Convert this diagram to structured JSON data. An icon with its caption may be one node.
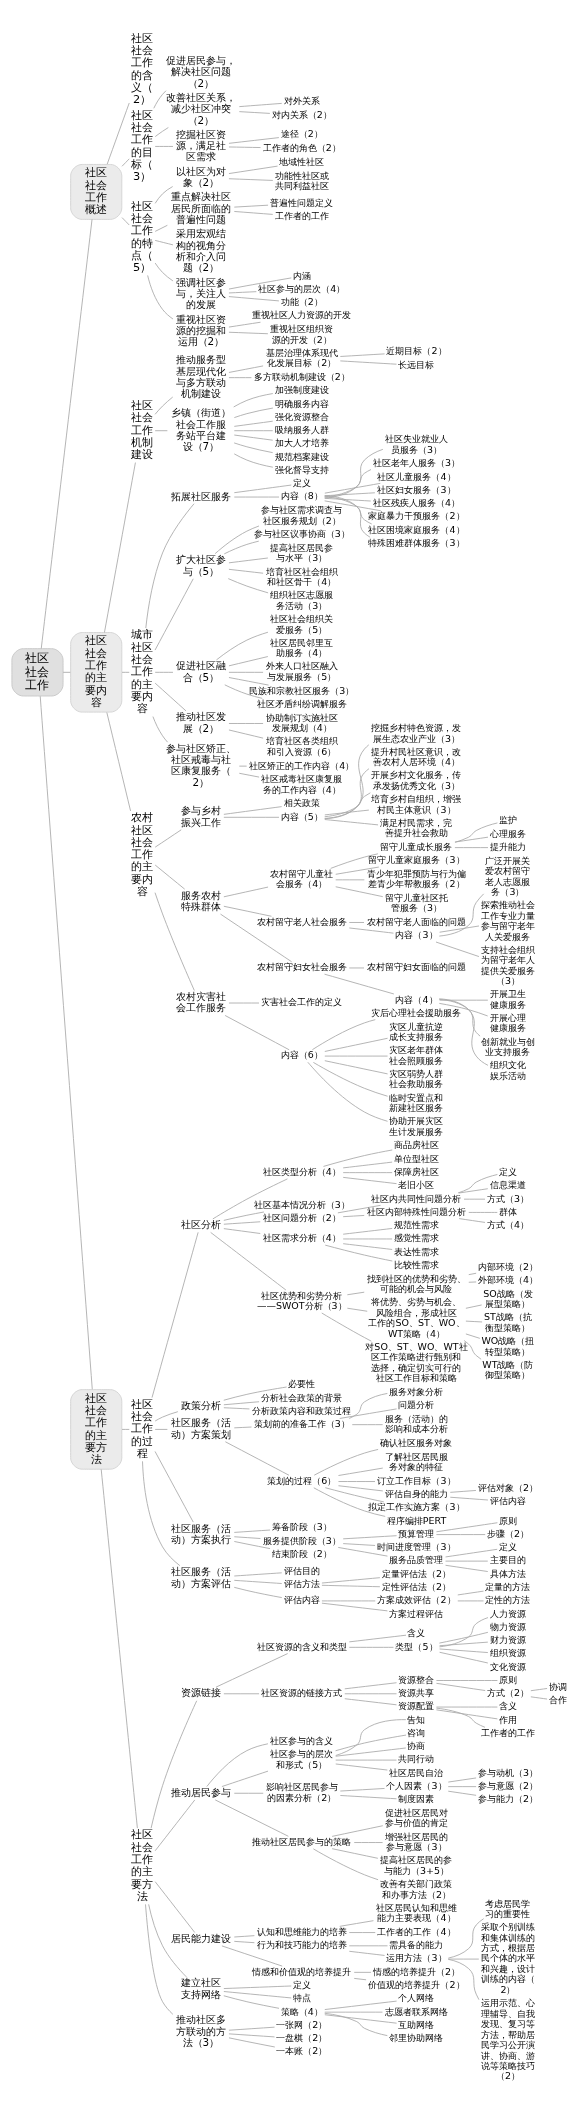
{
  "diagram": {
    "nodes": [
      {
        "text": [
          "社区社会工作"
        ]
      },
      {
        "text": [
          "社区社会工作概述"
        ]
      },
      {
        "text": [
          "社区社会工作的含义（2）"
        ]
      },
      {
        "text": [
          "社区社会工作的目标（3）"
        ]
      },
      {
        "text": [
          "促进居民参与，解决社区问题（2）"
        ]
      },
      {
        "text": [
          "改善社区关系，减少社区冲突（2）"
        ]
      },
      {
        "text": [
          "对外关系"
        ]
      },
      {
        "text": [
          "对内关系（2）"
        ]
      },
      {
        "text": [
          "挖掘社区资源，满足社区需求"
        ]
      },
      {
        "text": [
          "途径（2）"
        ]
      },
      {
        "text": [
          "工作者的角色（2）"
        ]
      },
      {
        "text": [
          "社区社会工作的特点（5）"
        ]
      },
      {
        "text": [
          "以社区为对象（2）"
        ]
      },
      {
        "text": [
          "地域性社区"
        ]
      },
      {
        "text": [
          "功能性社区或共同利益社区"
        ]
      },
      {
        "text": [
          "重点解决社区居民所面临的普遍性问题"
        ]
      },
      {
        "text": [
          "普遍性问题定义"
        ]
      },
      {
        "text": [
          "工作者的工作"
        ]
      },
      {
        "text": [
          "采用宏观结构的视角分析和介入问题（2）"
        ]
      },
      {
        "text": [
          "强调社区参与，关注人的发展"
        ]
      },
      {
        "text": [
          "内涵"
        ]
      },
      {
        "text": [
          "社区参与的层次（4）"
        ]
      },
      {
        "text": [
          "功能（2）"
        ]
      },
      {
        "text": [
          "重视社区资源的挖掘和运用（2）"
        ]
      },
      {
        "text": [
          "重视社区人力资源的开发"
        ]
      },
      {
        "text": [
          "重视社区组织资源的开发（2）"
        ]
      },
      {
        "text": [
          "社区社会工作的主要内容"
        ]
      },
      {
        "text": [
          "社区社会工作机制建设"
        ]
      },
      {
        "text": [
          "推动服务型基层现代化与多方联动机制建设"
        ]
      },
      {
        "text": [
          "基层治理体系现代化发展目标（2）"
        ]
      },
      {
        "text": [
          "近期目标（2）"
        ]
      },
      {
        "text": [
          "长远目标"
        ]
      },
      {
        "text": [
          "多方联动机制建设（2）"
        ]
      },
      {
        "text": [
          "乡镇（街道）社会工作服务站平台建设（7）"
        ]
      },
      {
        "text": [
          "加强制度建设"
        ]
      },
      {
        "text": [
          "明确服务内容"
        ]
      },
      {
        "text": [
          "强化资源整合"
        ]
      },
      {
        "text": [
          "吸纳服务人群"
        ]
      },
      {
        "text": [
          "加大人才培养"
        ]
      },
      {
        "text": [
          "规范档案建设"
        ]
      },
      {
        "text": [
          "强化督导支持"
        ]
      },
      {
        "text": [
          "城市社区社会工作的主要内容"
        ]
      },
      {
        "text": [
          "拓展社区服务"
        ]
      },
      {
        "text": [
          "定义"
        ]
      },
      {
        "text": [
          "内容（8）"
        ]
      },
      {
        "text": [
          "社区失业就业人员服务（3）"
        ]
      },
      {
        "text": [
          "社区老年人服务（3）"
        ]
      },
      {
        "text": [
          "社区儿童服务（4）"
        ]
      },
      {
        "text": [
          "社区妇女服务（3）"
        ]
      },
      {
        "text": [
          "社区残疾人服务（4）"
        ]
      },
      {
        "text": [
          "家庭暴力干预服务（2）"
        ]
      },
      {
        "text": [
          "社区困境家庭服务（4）"
        ]
      },
      {
        "text": [
          "特殊困难群体服务（3）"
        ]
      },
      {
        "text": [
          "扩大社区参与（5）"
        ]
      },
      {
        "text": [
          "参与社区需求调查与社区服务规划（2）"
        ]
      },
      {
        "text": [
          "参与社区议事协商（3）"
        ]
      },
      {
        "text": [
          "提高社区居民参与水平（3）"
        ]
      },
      {
        "text": [
          "培育社区社会组织和社区骨干（4）"
        ]
      },
      {
        "text": [
          "组织社区志愿服务活动（3）"
        ]
      },
      {
        "text": [
          "促进社区融合（5）"
        ]
      },
      {
        "text": [
          "社区社会组织关爱服务（5）"
        ]
      },
      {
        "text": [
          "社区居民邻里互助服务（4）"
        ]
      },
      {
        "text": [
          "外来人口社区融入与发展服务（5）"
        ]
      },
      {
        "text": [
          "民族和宗教社区服务（3）"
        ]
      },
      {
        "text": [
          "社区矛盾纠纷调解服务"
        ]
      },
      {
        "text": [
          "推动社区发展（2）"
        ]
      },
      {
        "text": [
          "协助制订实施社区发展规划（4）"
        ]
      },
      {
        "text": [
          "培育社区各类组织和引入资源（6）"
        ]
      },
      {
        "text": [
          "参与社区矫正、社区戒毒与社区康复服务（2）"
        ]
      },
      {
        "text": [
          "社区矫正的工作内容（4）"
        ]
      },
      {
        "text": [
          "社区戒毒社区康复服务的工作内容（4）"
        ]
      },
      {
        "text": [
          "农村社区社会工作的主要内容"
        ]
      },
      {
        "text": [
          "参与乡村振兴工作"
        ]
      },
      {
        "text": [
          "相关政策"
        ]
      },
      {
        "text": [
          "内容（5）"
        ]
      },
      {
        "text": [
          "挖掘乡村特色资源，发展生态农业产业（3）"
        ]
      },
      {
        "text": [
          "提升村民社区意识，改善农村人居环境（4）"
        ]
      },
      {
        "text": [
          "开展乡村文化服务，传承发扬优秀文化（3）"
        ]
      },
      {
        "text": [
          "培育乡村自组织，增强村民主体意识（3）"
        ]
      },
      {
        "text": [
          "满足村民需求，完善提升社会救助"
        ]
      },
      {
        "text": [
          "服务农村特殊群体"
        ]
      },
      {
        "text": [
          "农村留守儿童社会服务（4）"
        ]
      },
      {
        "text": [
          "留守儿童成长服务"
        ]
      },
      {
        "text": [
          "监护"
        ]
      },
      {
        "text": [
          "心理服务"
        ]
      },
      {
        "text": [
          "提升能力"
        ]
      },
      {
        "text": [
          "留守儿童家庭服务（3）"
        ]
      },
      {
        "text": [
          "青少年犯罪预防与行为偏差青少年帮教服务（2）"
        ]
      },
      {
        "text": [
          "留守儿童社区托管服务（3）"
        ]
      },
      {
        "text": [
          "农村留守老人社会服务"
        ]
      },
      {
        "text": [
          "农村留守老人面临的问题"
        ]
      },
      {
        "text": [
          "内容（3）"
        ]
      },
      {
        "text": [
          "广泛开展关爱农村留守老人志愿服务（3）"
        ]
      },
      {
        "text": [
          "探索推动社会工作专业力量参与留守老年人关爱服务"
        ]
      },
      {
        "text": [
          "支持社会组织为留守老年人提供关爱服务（3）"
        ]
      },
      {
        "text": [
          "农村留守妇女社会服务"
        ]
      },
      {
        "text": [
          "农村留守妇女面临的问题"
        ]
      },
      {
        "text": [
          "内容（4）"
        ]
      },
      {
        "text": [
          "开展卫生健康服务"
        ]
      },
      {
        "text": [
          "开展心理健康服务"
        ]
      },
      {
        "text": [
          "创新就业与创业支持服务"
        ]
      },
      {
        "text": [
          "组织文化娱乐活动"
        ]
      },
      {
        "text": [
          "农村灾害社会工作服务"
        ]
      },
      {
        "text": [
          "灾害社会工作的定义"
        ]
      },
      {
        "text": [
          "内容（6）"
        ]
      },
      {
        "text": [
          "灾后心理社会援助服务"
        ]
      },
      {
        "text": [
          "灾区儿童抗逆成长支持服务"
        ]
      },
      {
        "text": [
          "灾区老年群体社会照顾服务"
        ]
      },
      {
        "text": [
          "灾区弱势人群社会救助服务"
        ]
      },
      {
        "text": [
          "临时安置点和新建社区服务"
        ]
      },
      {
        "text": [
          "协助开展灾区生计发展服务"
        ]
      },
      {
        "text": [
          "社区社会工作的主要方法"
        ]
      },
      {
        "text": [
          "社区社会工作的过程"
        ]
      },
      {
        "text": [
          "社区分析"
        ]
      },
      {
        "text": [
          "社区类型分析（4）"
        ]
      },
      {
        "text": [
          "商品房社区"
        ]
      },
      {
        "text": [
          "单位型社区"
        ]
      },
      {
        "text": [
          "保障房社区"
        ]
      },
      {
        "text": [
          "老旧小区"
        ]
      },
      {
        "text": [
          "社区基本情况分析（3）"
        ]
      },
      {
        "text": [
          "社区问题分析（2）"
        ]
      },
      {
        "text": [
          "社区内共同性问题分析"
        ]
      },
      {
        "text": [
          "定义"
        ]
      },
      {
        "text": [
          "信息渠道"
        ]
      },
      {
        "text": [
          "方式（3）"
        ]
      },
      {
        "text": [
          "社区内部特殊性问题分析"
        ]
      },
      {
        "text": [
          "群体"
        ]
      },
      {
        "text": [
          "方式（4）"
        ]
      },
      {
        "text": [
          "社区需求分析（4）"
        ]
      },
      {
        "text": [
          "规范性需求"
        ]
      },
      {
        "text": [
          "感觉性需求"
        ]
      },
      {
        "text": [
          "表达性需求"
        ]
      },
      {
        "text": [
          "比较性需求"
        ]
      },
      {
        "text": [
          "社区优势和劣势分析——SWOT分析（3）"
        ]
      },
      {
        "text": [
          "找到社区的优势和劣势、可能的机会与风险"
        ]
      },
      {
        "text": [
          "内部环境（2）"
        ]
      },
      {
        "text": [
          "外部环境（4）"
        ]
      },
      {
        "text": [
          "将优势、劣势与机会、风险组合，形成社区工作的SO、ST、WO、WT策略（4）"
        ]
      },
      {
        "text": [
          "SO战略（发展型策略）"
        ]
      },
      {
        "text": [
          "ST战略（抗衡型策略）"
        ]
      },
      {
        "text": [
          "WO战略（扭转型策略）"
        ]
      },
      {
        "text": [
          "WT战略（防御型策略）"
        ]
      },
      {
        "text": [
          "对SO、ST、WO、WT社区工作策略进行甄别和选择，确定切实可行的社区工作目标和策略"
        ]
      },
      {
        "text": [
          "政策分析"
        ]
      },
      {
        "text": [
          "必要性"
        ]
      },
      {
        "text": [
          "分析社会政策的背景"
        ]
      },
      {
        "text": [
          "分析政策内容和政策过程"
        ]
      },
      {
        "text": [
          "社区服务（活动）方案策划"
        ]
      },
      {
        "text": [
          "策划前的准备工作（3）"
        ]
      },
      {
        "text": [
          "服务对象分析"
        ]
      },
      {
        "text": [
          "问题分析"
        ]
      },
      {
        "text": [
          "服务（活动）的影响和成本分析"
        ]
      },
      {
        "text": [
          "策划的过程（6）"
        ]
      },
      {
        "text": [
          "确认社区服务对象"
        ]
      },
      {
        "text": [
          "了解社区居民服务对象的特征"
        ]
      },
      {
        "text": [
          "订立工作目标（3）"
        ]
      },
      {
        "text": [
          "评估自身的能力"
        ]
      },
      {
        "text": [
          "评估对象（2）"
        ]
      },
      {
        "text": [
          "评估内容"
        ]
      },
      {
        "text": [
          "拟定工作实施方案（3）"
        ]
      },
      {
        "text": [
          "程序编排PERT"
        ]
      },
      {
        "text": [
          "社区服务（活动）方案执行"
        ]
      },
      {
        "text": [
          "筹备阶段（3）"
        ]
      },
      {
        "text": [
          "服务提供阶段（3）"
        ]
      },
      {
        "text": [
          "预算管理"
        ]
      },
      {
        "text": [
          "原则"
        ]
      },
      {
        "text": [
          "步骤（2）"
        ]
      },
      {
        "text": [
          "时间进度管理（3）"
        ]
      },
      {
        "text": [
          "服务品质管理"
        ]
      },
      {
        "text": [
          "定义"
        ]
      },
      {
        "text": [
          "主要目的"
        ]
      },
      {
        "text": [
          "具体方法"
        ]
      },
      {
        "text": [
          "结束阶段（2）"
        ]
      },
      {
        "text": [
          "社区服务（活动）方案评估"
        ]
      },
      {
        "text": [
          "评估目的"
        ]
      },
      {
        "text": [
          "评估方法"
        ]
      },
      {
        "text": [
          "定量评估法（2）"
        ]
      },
      {
        "text": [
          "定性评估法（2）"
        ]
      },
      {
        "text": [
          "评估内容"
        ]
      },
      {
        "text": [
          "方案成效评估（2）"
        ]
      },
      {
        "text": [
          "定量的方法"
        ]
      },
      {
        "text": [
          "定性的方法"
        ]
      },
      {
        "text": [
          "方案过程评估"
        ]
      },
      {
        "text": [
          "社区社会工作的主要方法"
        ]
      },
      {
        "text": [
          "资源链接"
        ]
      },
      {
        "text": [
          "社区资源的含义和类型"
        ]
      },
      {
        "text": [
          "含义"
        ]
      },
      {
        "text": [
          "类型（5）"
        ]
      },
      {
        "text": [
          "人力资源"
        ]
      },
      {
        "text": [
          "物力资源"
        ]
      },
      {
        "text": [
          "财力资源"
        ]
      },
      {
        "text": [
          "组织资源"
        ]
      },
      {
        "text": [
          "文化资源"
        ]
      },
      {
        "text": [
          "社区资源的链接方式"
        ]
      },
      {
        "text": [
          "资源整合"
        ]
      },
      {
        "text": [
          "原则"
        ]
      },
      {
        "text": [
          "方式（2）"
        ]
      },
      {
        "text": [
          "协调"
        ]
      },
      {
        "text": [
          "合作"
        ]
      },
      {
        "text": [
          "资源共享"
        ]
      },
      {
        "text": [
          "资源配置"
        ]
      },
      {
        "text": [
          "含义"
        ]
      },
      {
        "text": [
          "作用"
        ]
      },
      {
        "text": [
          "工作者的工作"
        ]
      },
      {
        "text": [
          "推动居民参与"
        ]
      },
      {
        "text": [
          "社区参与的含义"
        ]
      },
      {
        "text": [
          "社区参与的层次和形式（5）"
        ]
      },
      {
        "text": [
          "告知"
        ]
      },
      {
        "text": [
          "咨询"
        ]
      },
      {
        "text": [
          "协商"
        ]
      },
      {
        "text": [
          "共同行动"
        ]
      },
      {
        "text": [
          "社区居民自治"
        ]
      },
      {
        "text": [
          "影响社区居民参与的因素分析（2）"
        ]
      },
      {
        "text": [
          "个人因素（3）"
        ]
      },
      {
        "text": [
          "参与动机（3）"
        ]
      },
      {
        "text": [
          "参与意愿（2）"
        ]
      },
      {
        "text": [
          "参与能力（2）"
        ]
      },
      {
        "text": [
          "制度因素"
        ]
      },
      {
        "text": [
          "推动社区居民参与的策略"
        ]
      },
      {
        "text": [
          "促进社区居民对参与价值的肯定"
        ]
      },
      {
        "text": [
          "增强社区居民的参与意愿（3）"
        ]
      },
      {
        "text": [
          "提高社区居民的参与能力（3+5）"
        ]
      },
      {
        "text": [
          "改善有关部门政策和办事方法（2）"
        ]
      },
      {
        "text": [
          "居民能力建设"
        ]
      },
      {
        "text": [
          "认知和思维能力的培养"
        ]
      },
      {
        "text": [
          "社区居民认知和思维能力主要表现（4）"
        ]
      },
      {
        "text": [
          "工作者的工作（4）"
        ]
      },
      {
        "text": [
          "行为和技巧能力的培养"
        ]
      },
      {
        "text": [
          "需具备的能力"
        ]
      },
      {
        "text": [
          "运用方法（3）"
        ]
      },
      {
        "text": [
          "考虑居民学习的重要性"
        ]
      },
      {
        "text": [
          "采取个别训练和集体训练的方式，根据居民个体的水平和兴趣，设计训练的内容（2）"
        ]
      },
      {
        "text": [
          "运用示范、心理辅导、自我发现、复习等方法，帮助居民学习公开演讲、协商、游说等策略技巧（2）"
        ]
      },
      {
        "text": [
          "情感和价值观的培养提升"
        ]
      },
      {
        "text": [
          "情感的培养提升（2）"
        ]
      },
      {
        "text": [
          "价值观的培养提升（2）"
        ]
      },
      {
        "text": [
          "建立社区支持网络"
        ]
      },
      {
        "text": [
          "定义"
        ]
      },
      {
        "text": [
          "特点"
        ]
      },
      {
        "text": [
          "策略（4）"
        ]
      },
      {
        "text": [
          "个人网络"
        ]
      },
      {
        "text": [
          "志愿者联系网络"
        ]
      },
      {
        "text": [
          "互助网络"
        ]
      },
      {
        "text": [
          "邻里协助网络"
        ]
      },
      {
        "text": [
          "推动社区多方联动的方法（3）"
        ]
      },
      {
        "text": [
          "一张网（2）"
        ]
      },
      {
        "text": [
          "一盘棋（2）"
        ]
      },
      {
        "text": [
          "一本账（2）"
        ]
      }
    ],
    "edges": [
      {
        "from": 0,
        "to": 1,
        "arrow": "none"
      },
      {
        "from": 1,
        "to": 2,
        "arrow": "none"
      },
      {
        "from": 1,
        "to": 3,
        "arrow": "none"
      },
      {
        "from": 3,
        "to": 4,
        "arrow": "none"
      },
      {
        "from": 3,
        "to": 5,
        "arrow": "none"
      },
      {
        "from": 5,
        "to": 6,
        "arrow": "none"
      },
      {
        "from": 5,
        "to": 7,
        "arrow": "none"
      },
      {
        "from": 3,
        "to": 8,
        "arrow": "none"
      },
      {
        "from": 8,
        "to": 9,
        "arrow": "none"
      },
      {
        "from": 8,
        "to": 10,
        "arrow": "none"
      },
      {
        "from": 1,
        "to": 11,
        "arrow": "none"
      },
      {
        "from": 11,
        "to": 12,
        "arrow": "none"
      },
      {
        "from": 12,
        "to": 13,
        "arrow": "none"
      },
      {
        "from": 12,
        "to": 14,
        "arrow": "none"
      },
      {
        "from": 11,
        "to": 15,
        "arrow": "none"
      },
      {
        "from": 15,
        "to": 16,
        "arrow": "none"
      },
      {
        "from": 15,
        "to": 17,
        "arrow": "none"
      },
      {
        "from": 11,
        "to": 18,
        "arrow": "none"
      },
      {
        "from": 11,
        "to": 19,
        "arrow": "none"
      },
      {
        "from": 19,
        "to": 20,
        "arrow": "none"
      },
      {
        "from": 19,
        "to": 21,
        "arrow": "none"
      },
      {
        "from": 19,
        "to": 22,
        "arrow": "none"
      },
      {
        "from": 11,
        "to": 23,
        "arrow": "none"
      },
      {
        "from": 23,
        "to": 24,
        "arrow": "none"
      },
      {
        "from": 23,
        "to": 25,
        "arrow": "none"
      },
      {
        "from": 0,
        "to": 26,
        "arrow": "none"
      },
      {
        "from": 26,
        "to": 27,
        "arrow": "none"
      },
      {
        "from": 27,
        "to": 28,
        "arrow": "none"
      },
      {
        "from": 28,
        "to": 29,
        "arrow": "none"
      },
      {
        "from": 29,
        "to": 30,
        "arrow": "none"
      },
      {
        "from": 29,
        "to": 31,
        "arrow": "none"
      },
      {
        "from": 28,
        "to": 32,
        "arrow": "none"
      },
      {
        "from": 27,
        "to": 33,
        "arrow": "none"
      },
      {
        "from": 33,
        "to": 34,
        "arrow": "none"
      },
      {
        "from": 33,
        "to": 35,
        "arrow": "none"
      },
      {
        "from": 33,
        "to": 36,
        "arrow": "none"
      },
      {
        "from": 33,
        "to": 37,
        "arrow": "none"
      },
      {
        "from": 33,
        "to": 38,
        "arrow": "none"
      },
      {
        "from": 33,
        "to": 39,
        "arrow": "none"
      },
      {
        "from": 33,
        "to": 40,
        "arrow": "none"
      },
      {
        "from": 26,
        "to": 41,
        "arrow": "none"
      },
      {
        "from": 41,
        "to": 42,
        "arrow": "none"
      },
      {
        "from": 42,
        "to": 43,
        "arrow": "none"
      },
      {
        "from": 42,
        "to": 44,
        "arrow": "none"
      },
      {
        "from": 44,
        "to": 45,
        "arrow": "none"
      },
      {
        "from": 44,
        "to": 46,
        "arrow": "none"
      },
      {
        "from": 44,
        "to": 47,
        "arrow": "none"
      },
      {
        "from": 44,
        "to": 48,
        "arrow": "none"
      },
      {
        "from": 44,
        "to": 49,
        "arrow": "none"
      },
      {
        "from": 44,
        "to": 50,
        "arrow": "none"
      },
      {
        "from": 44,
        "to": 51,
        "arrow": "none"
      },
      {
        "from": 44,
        "to": 52,
        "arrow": "none"
      },
      {
        "from": 41,
        "to": 53,
        "arrow": "none"
      },
      {
        "from": 53,
        "to": 54,
        "arrow": "none"
      },
      {
        "from": 53,
        "to": 55,
        "arrow": "none"
      },
      {
        "from": 53,
        "to": 56,
        "arrow": "none"
      },
      {
        "from": 53,
        "to": 57,
        "arrow": "none"
      },
      {
        "from": 53,
        "to": 58,
        "arrow": "none"
      },
      {
        "from": 41,
        "to": 59,
        "arrow": "none"
      },
      {
        "from": 59,
        "to": 60,
        "arrow": "none"
      },
      {
        "from": 59,
        "to": 61,
        "arrow": "none"
      },
      {
        "from": 59,
        "to": 62,
        "arrow": "none"
      },
      {
        "from": 59,
        "to": 63,
        "arrow": "none"
      },
      {
        "from": 59,
        "to": 64,
        "arrow": "none"
      },
      {
        "from": 41,
        "to": 65,
        "arrow": "none"
      },
      {
        "from": 65,
        "to": 66,
        "arrow": "none"
      },
      {
        "from": 65,
        "to": 67,
        "arrow": "none"
      },
      {
        "from": 41,
        "to": 68,
        "arrow": "none"
      },
      {
        "from": 68,
        "to": 69,
        "arrow": "none"
      },
      {
        "from": 68,
        "to": 70,
        "arrow": "none"
      },
      {
        "from": 26,
        "to": 71,
        "arrow": "none"
      },
      {
        "from": 71,
        "to": 72,
        "arrow": "none"
      },
      {
        "from": 72,
        "to": 73,
        "arrow": "none"
      },
      {
        "from": 72,
        "to": 74,
        "arrow": "none"
      },
      {
        "from": 74,
        "to": 75,
        "arrow": "none"
      },
      {
        "from": 74,
        "to": 76,
        "arrow": "none"
      },
      {
        "from": 74,
        "to": 77,
        "arrow": "none"
      },
      {
        "from": 74,
        "to": 78,
        "arrow": "none"
      },
      {
        "from": 74,
        "to": 79,
        "arrow": "none"
      },
      {
        "from": 71,
        "to": 80,
        "arrow": "none"
      },
      {
        "from": 80,
        "to": 81,
        "arrow": "none"
      },
      {
        "from": 81,
        "to": 82,
        "arrow": "none"
      },
      {
        "from": 82,
        "to": 83,
        "arrow": "none"
      },
      {
        "from": 82,
        "to": 84,
        "arrow": "none"
      },
      {
        "from": 82,
        "to": 85,
        "arrow": "none"
      },
      {
        "from": 81,
        "to": 86,
        "arrow": "none"
      },
      {
        "from": 81,
        "to": 87,
        "arrow": "none"
      },
      {
        "from": 81,
        "to": 88,
        "arrow": "none"
      },
      {
        "from": 80,
        "to": 89,
        "arrow": "none"
      },
      {
        "from": 89,
        "to": 90,
        "arrow": "none"
      },
      {
        "from": 89,
        "to": 91,
        "arrow": "none"
      },
      {
        "from": 91,
        "to": 92,
        "arrow": "none"
      },
      {
        "from": 91,
        "to": 93,
        "arrow": "none"
      },
      {
        "from": 91,
        "to": 94,
        "arrow": "none"
      },
      {
        "from": 80,
        "to": 95,
        "arrow": "none"
      },
      {
        "from": 95,
        "to": 96,
        "arrow": "none"
      },
      {
        "from": 95,
        "to": 97,
        "arrow": "none"
      },
      {
        "from": 97,
        "to": 98,
        "arrow": "none"
      },
      {
        "from": 97,
        "to": 99,
        "arrow": "none"
      },
      {
        "from": 97,
        "to": 100,
        "arrow": "none"
      },
      {
        "from": 97,
        "to": 101,
        "arrow": "none"
      },
      {
        "from": 71,
        "to": 102,
        "arrow": "none"
      },
      {
        "from": 102,
        "to": 103,
        "arrow": "none"
      },
      {
        "from": 102,
        "to": 104,
        "arrow": "none"
      },
      {
        "from": 104,
        "to": 105,
        "arrow": "none"
      },
      {
        "from": 104,
        "to": 106,
        "arrow": "none"
      },
      {
        "from": 104,
        "to": 107,
        "arrow": "none"
      },
      {
        "from": 104,
        "to": 108,
        "arrow": "none"
      },
      {
        "from": 104,
        "to": 109,
        "arrow": "none"
      },
      {
        "from": 104,
        "to": 110,
        "arrow": "none"
      },
      {
        "from": 0,
        "to": 111,
        "arrow": "none"
      },
      {
        "from": 111,
        "to": 112,
        "arrow": "none"
      },
      {
        "from": 112,
        "to": 113,
        "arrow": "none"
      },
      {
        "from": 113,
        "to": 114,
        "arrow": "none"
      },
      {
        "from": 114,
        "to": 115,
        "arrow": "none"
      },
      {
        "from": 114,
        "to": 116,
        "arrow": "none"
      },
      {
        "from": 114,
        "to": 117,
        "arrow": "none"
      },
      {
        "from": 114,
        "to": 118,
        "arrow": "none"
      },
      {
        "from": 113,
        "to": 119,
        "arrow": "none"
      },
      {
        "from": 113,
        "to": 120,
        "arrow": "none"
      },
      {
        "from": 120,
        "to": 121,
        "arrow": "none"
      },
      {
        "from": 121,
        "to": 122,
        "arrow": "none"
      },
      {
        "from": 121,
        "to": 123,
        "arrow": "none"
      },
      {
        "from": 121,
        "to": 124,
        "arrow": "none"
      },
      {
        "from": 120,
        "to": 125,
        "arrow": "none"
      },
      {
        "from": 125,
        "to": 126,
        "arrow": "none"
      },
      {
        "from": 125,
        "to": 127,
        "arrow": "none"
      },
      {
        "from": 113,
        "to": 128,
        "arrow": "none"
      },
      {
        "from": 128,
        "to": 129,
        "arrow": "none"
      },
      {
        "from": 128,
        "to": 130,
        "arrow": "none"
      },
      {
        "from": 128,
        "to": 131,
        "arrow": "none"
      },
      {
        "from": 128,
        "to": 132,
        "arrow": "none"
      },
      {
        "from": 113,
        "to": 133,
        "arrow": "none"
      },
      {
        "from": 133,
        "to": 134,
        "arrow": "none"
      },
      {
        "from": 134,
        "to": 135,
        "arrow": "none"
      },
      {
        "from": 134,
        "to": 136,
        "arrow": "none"
      },
      {
        "from": 133,
        "to": 137,
        "arrow": "none"
      },
      {
        "from": 137,
        "to": 138,
        "arrow": "none"
      },
      {
        "from": 137,
        "to": 139,
        "arrow": "none"
      },
      {
        "from": 137,
        "to": 140,
        "arrow": "none"
      },
      {
        "from": 137,
        "to": 141,
        "arrow": "none"
      },
      {
        "from": 133,
        "to": 142,
        "arrow": "none"
      },
      {
        "from": 112,
        "to": 143,
        "arrow": "none"
      },
      {
        "from": 143,
        "to": 144,
        "arrow": "none"
      },
      {
        "from": 143,
        "to": 145,
        "arrow": "none"
      },
      {
        "from": 143,
        "to": 146,
        "arrow": "none"
      },
      {
        "from": 112,
        "to": 147,
        "arrow": "none"
      },
      {
        "from": 147,
        "to": 148,
        "arrow": "none"
      },
      {
        "from": 148,
        "to": 149,
        "arrow": "none"
      },
      {
        "from": 148,
        "to": 150,
        "arrow": "none"
      },
      {
        "from": 148,
        "to": 151,
        "arrow": "none"
      },
      {
        "from": 147,
        "to": 152,
        "arrow": "none"
      },
      {
        "from": 152,
        "to": 153,
        "arrow": "none"
      },
      {
        "from": 152,
        "to": 154,
        "arrow": "none"
      },
      {
        "from": 152,
        "to": 155,
        "arrow": "none"
      },
      {
        "from": 152,
        "to": 156,
        "arrow": "none"
      },
      {
        "from": 156,
        "to": 157,
        "arrow": "none"
      },
      {
        "from": 156,
        "to": 158,
        "arrow": "none"
      },
      {
        "from": 152,
        "to": 159,
        "arrow": "none"
      },
      {
        "from": 152,
        "to": 160,
        "arrow": "none"
      },
      {
        "from": 112,
        "to": 161,
        "arrow": "none"
      },
      {
        "from": 161,
        "to": 162,
        "arrow": "none"
      },
      {
        "from": 161,
        "to": 163,
        "arrow": "none"
      },
      {
        "from": 163,
        "to": 164,
        "arrow": "none"
      },
      {
        "from": 164,
        "to": 165,
        "arrow": "none"
      },
      {
        "from": 164,
        "to": 166,
        "arrow": "none"
      },
      {
        "from": 163,
        "to": 167,
        "arrow": "none"
      },
      {
        "from": 163,
        "to": 168,
        "arrow": "none"
      },
      {
        "from": 168,
        "to": 169,
        "arrow": "none"
      },
      {
        "from": 168,
        "to": 170,
        "arrow": "none"
      },
      {
        "from": 168,
        "to": 171,
        "arrow": "none"
      },
      {
        "from": 161,
        "to": 172,
        "arrow": "none"
      },
      {
        "from": 112,
        "to": 173,
        "arrow": "none"
      },
      {
        "from": 173,
        "to": 174,
        "arrow": "none"
      },
      {
        "from": 173,
        "to": 175,
        "arrow": "none"
      },
      {
        "from": 175,
        "to": 176,
        "arrow": "none"
      },
      {
        "from": 175,
        "to": 177,
        "arrow": "none"
      },
      {
        "from": 173,
        "to": 178,
        "arrow": "none"
      },
      {
        "from": 178,
        "to": 179,
        "arrow": "none"
      },
      {
        "from": 179,
        "to": 180,
        "arrow": "none"
      },
      {
        "from": 179,
        "to": 181,
        "arrow": "none"
      },
      {
        "from": 178,
        "to": 182,
        "arrow": "none"
      },
      {
        "from": 111,
        "to": 183,
        "arrow": "none"
      },
      {
        "from": 183,
        "to": 184,
        "arrow": "none"
      },
      {
        "from": 184,
        "to": 185,
        "arrow": "none"
      },
      {
        "from": 185,
        "to": 186,
        "arrow": "none"
      },
      {
        "from": 185,
        "to": 187,
        "arrow": "none"
      },
      {
        "from": 187,
        "to": 188,
        "arrow": "none"
      },
      {
        "from": 187,
        "to": 189,
        "arrow": "none"
      },
      {
        "from": 187,
        "to": 190,
        "arrow": "none"
      },
      {
        "from": 187,
        "to": 191,
        "arrow": "none"
      },
      {
        "from": 187,
        "to": 192,
        "arrow": "none"
      },
      {
        "from": 184,
        "to": 193,
        "arrow": "none"
      },
      {
        "from": 193,
        "to": 194,
        "arrow": "none"
      },
      {
        "from": 194,
        "to": 195,
        "arrow": "none"
      },
      {
        "from": 194,
        "to": 196,
        "arrow": "none"
      },
      {
        "from": 196,
        "to": 197,
        "arrow": "none"
      },
      {
        "from": 196,
        "to": 198,
        "arrow": "none"
      },
      {
        "from": 193,
        "to": 199,
        "arrow": "none"
      },
      {
        "from": 193,
        "to": 200,
        "arrow": "none"
      },
      {
        "from": 200,
        "to": 201,
        "arrow": "none"
      },
      {
        "from": 200,
        "to": 202,
        "arrow": "none"
      },
      {
        "from": 200,
        "to": 203,
        "arrow": "none"
      },
      {
        "from": 183,
        "to": 204,
        "arrow": "none"
      },
      {
        "from": 204,
        "to": 205,
        "arrow": "none"
      },
      {
        "from": 204,
        "to": 206,
        "arrow": "none"
      },
      {
        "from": 206,
        "to": 207,
        "arrow": "none"
      },
      {
        "from": 206,
        "to": 208,
        "arrow": "none"
      },
      {
        "from": 206,
        "to": 209,
        "arrow": "none"
      },
      {
        "from": 206,
        "to": 210,
        "arrow": "none"
      },
      {
        "from": 206,
        "to": 211,
        "arrow": "none"
      },
      {
        "from": 204,
        "to": 212,
        "arrow": "none"
      },
      {
        "from": 212,
        "to": 213,
        "arrow": "none"
      },
      {
        "from": 213,
        "to": 214,
        "arrow": "none"
      },
      {
        "from": 213,
        "to": 215,
        "arrow": "none"
      },
      {
        "from": 213,
        "to": 216,
        "arrow": "none"
      },
      {
        "from": 212,
        "to": 217,
        "arrow": "none"
      },
      {
        "from": 204,
        "to": 218,
        "arrow": "none"
      },
      {
        "from": 218,
        "to": 219,
        "arrow": "none"
      },
      {
        "from": 218,
        "to": 220,
        "arrow": "none"
      },
      {
        "from": 218,
        "to": 221,
        "arrow": "none"
      },
      {
        "from": 218,
        "to": 222,
        "arrow": "none"
      },
      {
        "from": 183,
        "to": 223,
        "arrow": "none"
      },
      {
        "from": 223,
        "to": 224,
        "arrow": "none"
      },
      {
        "from": 224,
        "to": 225,
        "arrow": "none"
      },
      {
        "from": 224,
        "to": 226,
        "arrow": "none"
      },
      {
        "from": 223,
        "to": 227,
        "arrow": "none"
      },
      {
        "from": 227,
        "to": 228,
        "arrow": "none"
      },
      {
        "from": 227,
        "to": 229,
        "arrow": "none"
      },
      {
        "from": 229,
        "to": 230,
        "arrow": "none"
      },
      {
        "from": 229,
        "to": 231,
        "arrow": "none"
      },
      {
        "from": 229,
        "to": 232,
        "arrow": "none"
      },
      {
        "from": 223,
        "to": 233,
        "arrow": "none"
      },
      {
        "from": 233,
        "to": 234,
        "arrow": "none"
      },
      {
        "from": 233,
        "to": 235,
        "arrow": "none"
      },
      {
        "from": 183,
        "to": 236,
        "arrow": "none"
      },
      {
        "from": 236,
        "to": 237,
        "arrow": "none"
      },
      {
        "from": 236,
        "to": 238,
        "arrow": "none"
      },
      {
        "from": 236,
        "to": 239,
        "arrow": "none"
      },
      {
        "from": 239,
        "to": 240,
        "arrow": "none"
      },
      {
        "from": 239,
        "to": 241,
        "arrow": "none"
      },
      {
        "from": 239,
        "to": 242,
        "arrow": "none"
      },
      {
        "from": 239,
        "to": 243,
        "arrow": "none"
      },
      {
        "from": 183,
        "to": 244,
        "arrow": "none"
      },
      {
        "from": 244,
        "to": 245,
        "arrow": "none"
      },
      {
        "from": 244,
        "to": 246,
        "arrow": "none"
      },
      {
        "from": 244,
        "to": 247,
        "arrow": "none"
      }
    ]
  }
}
